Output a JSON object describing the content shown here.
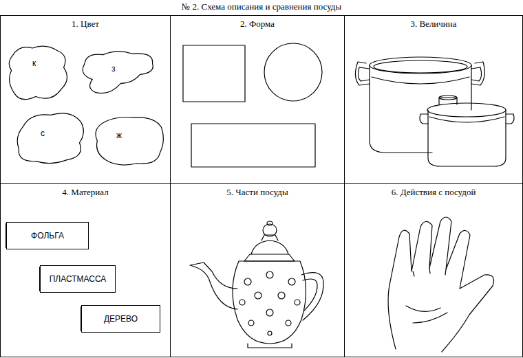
{
  "diagram": {
    "title": "№ 2. Схема описания и сравнения посуды",
    "nodes": [
      {
        "text": [
          "1. Цвет"
        ]
      },
      {
        "text": [
          "к"
        ],
        "in": 0
      },
      {
        "text": [
          "з"
        ],
        "in": 0
      },
      {
        "text": [
          "с"
        ],
        "in": 0
      },
      {
        "text": [
          "ж"
        ],
        "in": 0
      },
      {
        "text": [
          "2. Форма"
        ]
      },
      {
        "text": [
          "3. Величина"
        ]
      },
      {
        "text": [
          "4. Материал"
        ]
      },
      {
        "text": [
          "ФОЛЬГА"
        ],
        "in": 7
      },
      {
        "text": [
          "ПЛАСТМАССА"
        ],
        "in": 7
      },
      {
        "text": [
          "ДЕРЕВО"
        ],
        "in": 7
      },
      {
        "text": [
          "5. Части посуды"
        ]
      },
      {
        "text": [
          "6. Действия с посудой"
        ]
      }
    ]
  }
}
